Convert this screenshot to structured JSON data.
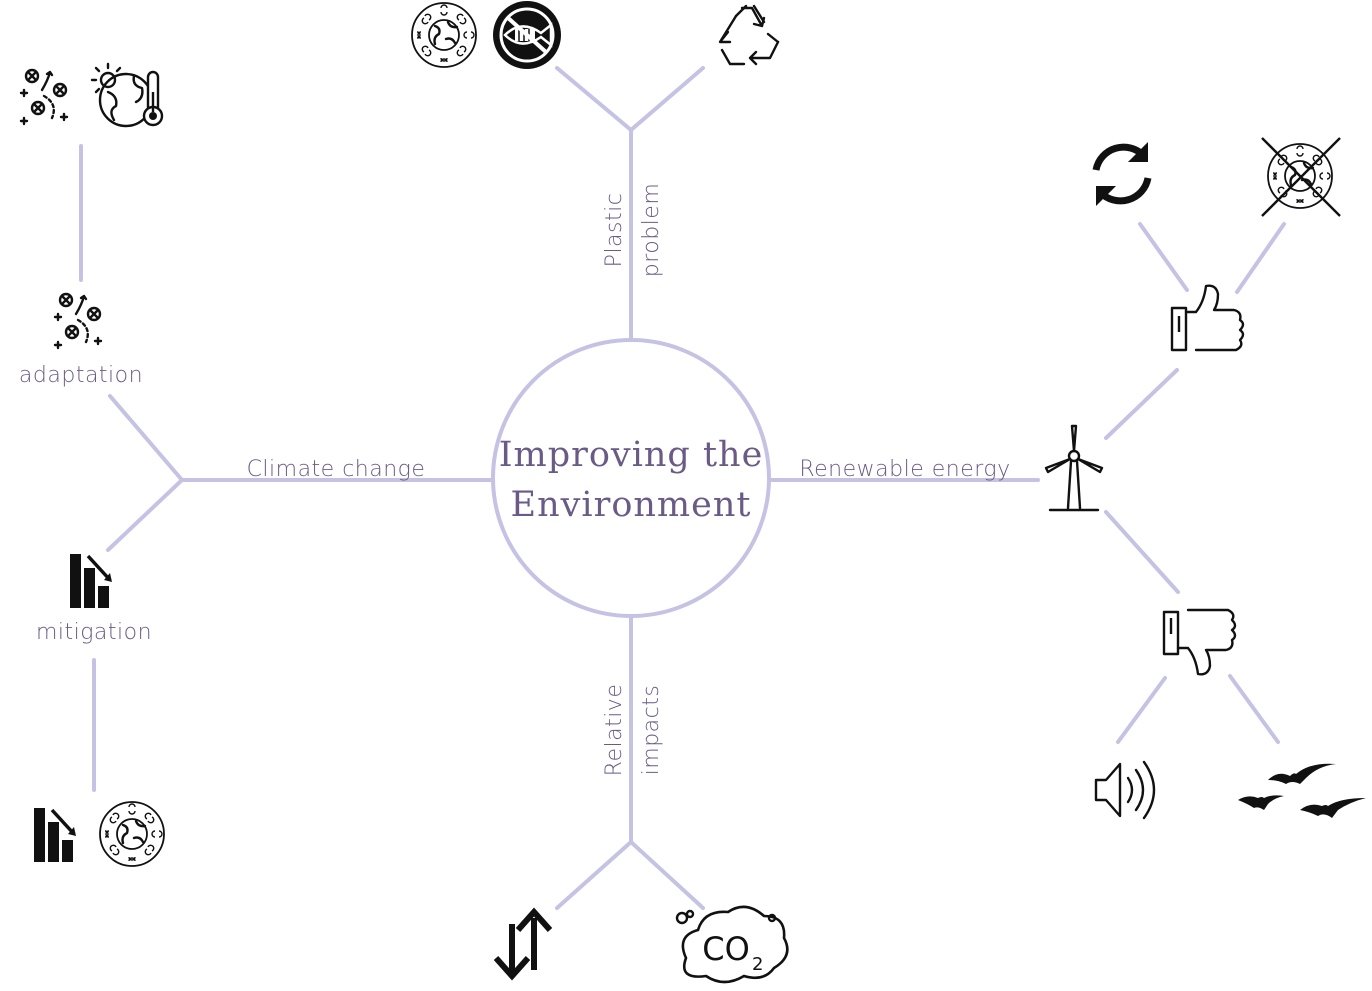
{
  "center": {
    "line1": "Improving the",
    "line2": "Environment"
  },
  "branches": {
    "climate": {
      "label": "Climate change",
      "sub": [
        "adaptation",
        "mitigation"
      ]
    },
    "plastic": {
      "label_line1": "Plastic",
      "label_line2": "problem"
    },
    "renewable": {
      "label": "Renewable energy"
    },
    "impacts": {
      "label_line1": "Relative",
      "label_line2": "impacts"
    }
  },
  "icons": [
    "strategy-icon",
    "globe-thermometer-icon",
    "globe-recycle-icon",
    "no-plastic-fish-icon",
    "recycle-icon",
    "refresh-icon",
    "globe-crossed-icon",
    "thumbs-up-icon",
    "wind-turbine-icon",
    "thumbs-down-icon",
    "speaker-icon",
    "birds-icon",
    "bar-chart-down-icon",
    "up-down-arrows-icon",
    "co2-cloud-icon"
  ],
  "co2_text": "CO",
  "co2_sub": "2",
  "colors": {
    "branch": "#c5c2e4",
    "text": "#6a5a86",
    "icon": "#111111"
  }
}
